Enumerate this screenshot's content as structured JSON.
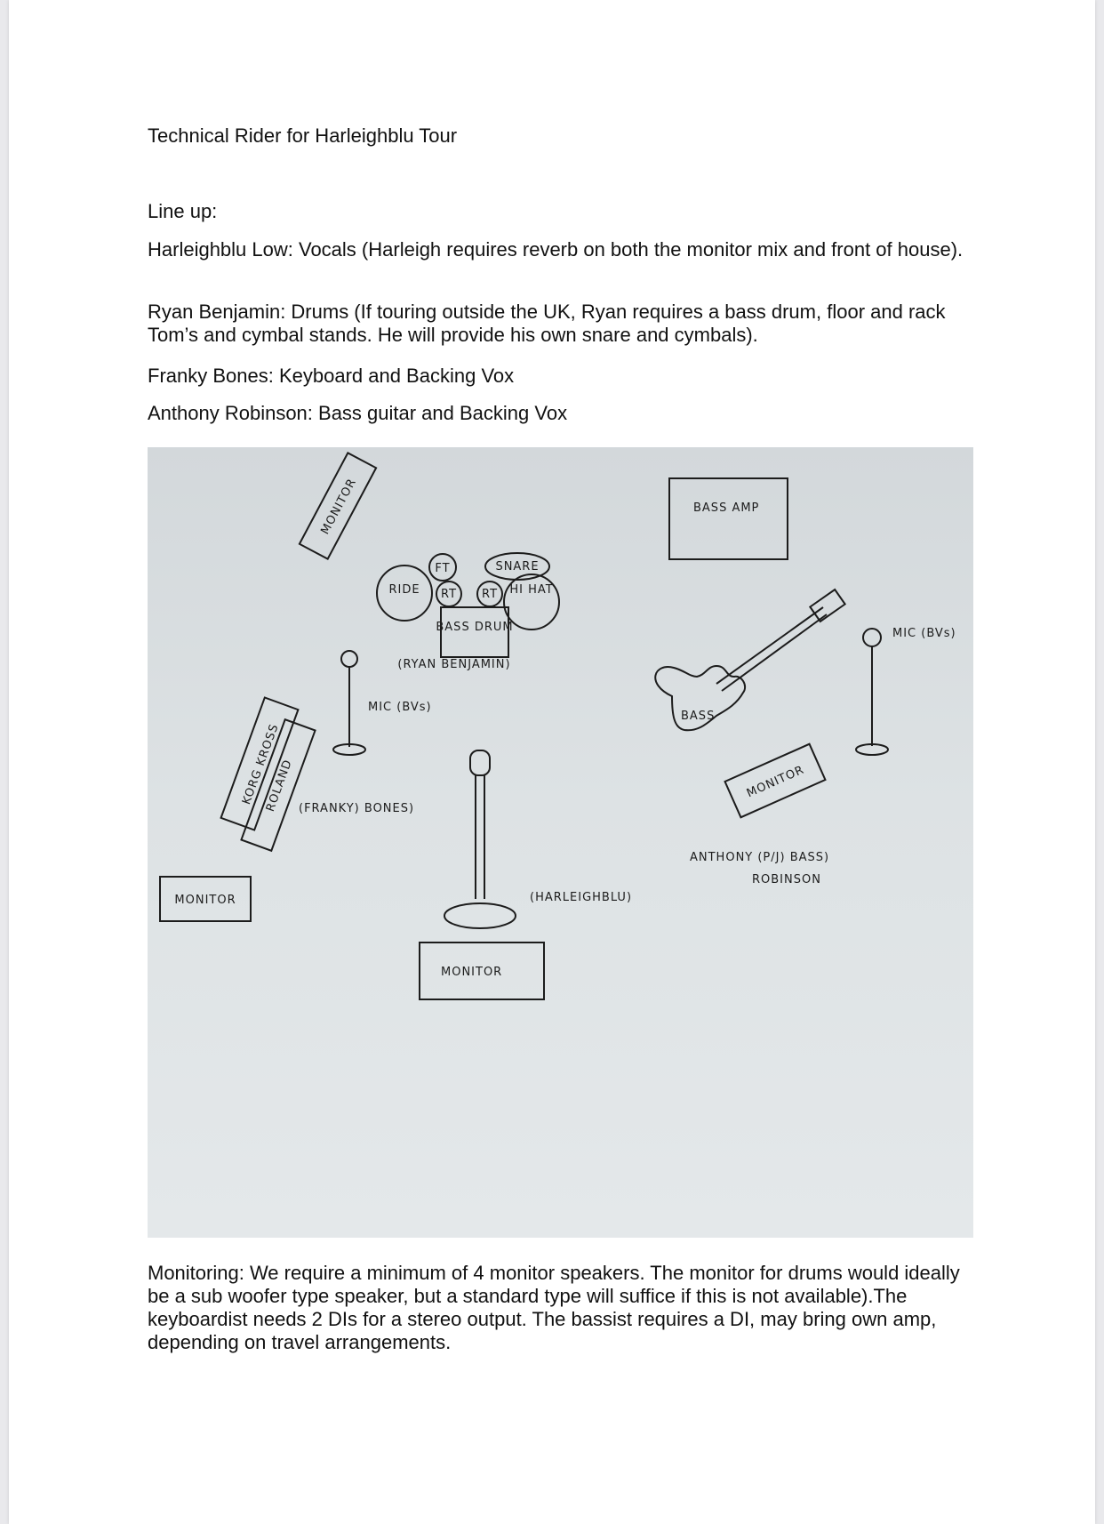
{
  "document": {
    "title": "Technical Rider for Harleighblu Tour",
    "lineup_heading": "Line up:",
    "lineup": [
      "Harleighblu Low: Vocals  (Harleigh requires reverb on both the monitor mix and front of house).",
      "Ryan Benjamin: Drums  (If touring outside the UK, Ryan requires a bass drum,  floor and rack Tom’s and cymbal stands. He will provide his own snare and cymbals).",
      "Franky Bones: Keyboard and Backing Vox",
      "Anthony Robinson: Bass guitar and Backing Vox"
    ],
    "monitoring": "Monitoring: We require a minimum of 4 monitor speakers. The monitor for drums would ideally be a sub woofer type speaker, but a standard type will suffice if this is not available).The keyboardist needs 2 DIs for a stereo output. The bassist requires a DI, may bring own amp, depending on travel arrangements."
  },
  "stage_plot": {
    "labels": {
      "monitor_drums": "MONITOR",
      "ride": "RIDE",
      "ft": "FT",
      "rt1": "RT",
      "rt2": "RT",
      "snare": "SNARE",
      "hi_hat": "HI HAT",
      "bass_drum": "BASS DRUM",
      "drummer": "(RYAN BENJAMIN)",
      "bass_amp": "BASS AMP",
      "mic_left": "MIC (BVs)",
      "mic_right": "MIC (BVs)",
      "korg": "KORG KROSS",
      "roland": "ROLAND",
      "franky": "(FRANKY) BONES)",
      "monitor_left": "MONITOR",
      "monitor_center": "MONITOR",
      "monitor_right": "MONITOR",
      "harleighblu": "(HARLEIGHBLU)",
      "bass_guitar": "BASS",
      "anthony": "ANTHONY (P/J) BASS)",
      "robinson": "ROBINSON"
    }
  }
}
